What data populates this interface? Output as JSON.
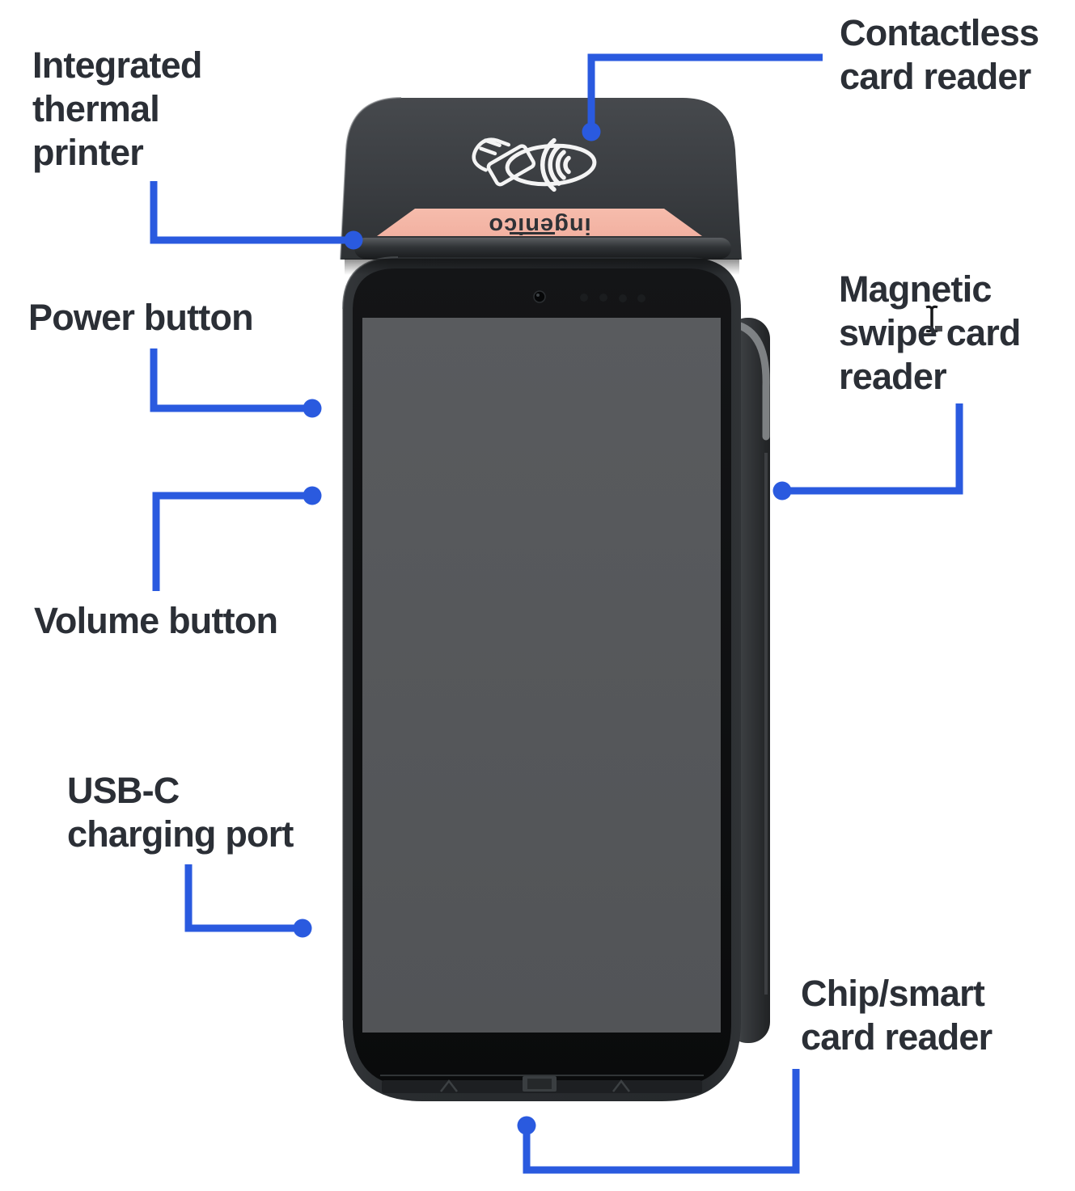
{
  "figure": {
    "kind": "annotated product diagram",
    "subject": "handheld payment terminal, front view"
  },
  "colors": {
    "accent_blue": "#2A5ADF",
    "label_text": "#2B2F36",
    "band_pink": "#F2B1A1",
    "device_dark": "#2B2E31",
    "bezel_black": "#101214",
    "screen_gray": "#555759"
  },
  "device": {
    "brand": "ingenico",
    "nfc_icon": "contactless-payment-icon"
  },
  "callouts": {
    "thermal_printer": {
      "lines": [
        "Integrated",
        "thermal",
        "printer"
      ]
    },
    "contactless_reader": {
      "lines": [
        "Contactless",
        "card reader"
      ]
    },
    "power_button": {
      "lines": [
        "Power button"
      ]
    },
    "magnetic_reader": {
      "lines": [
        "Magnetic",
        "swipe card",
        "reader"
      ]
    },
    "volume_button": {
      "lines": [
        "Volume button"
      ]
    },
    "usb_c_port": {
      "lines": [
        "USB-C",
        "charging port"
      ]
    },
    "chip_reader": {
      "lines": [
        "Chip/smart",
        "card reader"
      ]
    }
  }
}
